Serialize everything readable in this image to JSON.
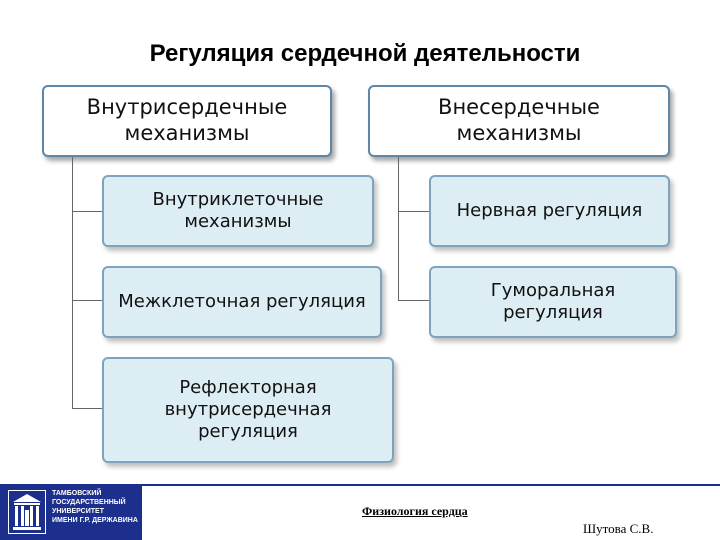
{
  "title": "Регуляция сердечной деятельности",
  "left": {
    "header": "Внутрисердечные механизмы",
    "children": [
      "Внутриклеточные механизмы",
      "Межклеточная регуляция",
      "Рефлекторная внутрисердечная регуляция"
    ]
  },
  "right": {
    "header": "Внесердечные механизмы",
    "children": [
      "Нервная регуляция",
      "Гуморальная регуляция"
    ]
  },
  "footer": {
    "logo_lines": [
      "ТАМБОВСКИЙ",
      "ГОСУДАРСТВЕННЫЙ",
      "УНИВЕРСИТЕТ",
      "ИМЕНИ Г.Р. ДЕРЖАВИНА"
    ],
    "subject": "Физиология сердца",
    "author": "Шутова С.В."
  },
  "colors": {
    "header_border": "#5d86a8",
    "child_fill": "#dceef3",
    "child_border": "#7ea4bd",
    "footer_bg": "#1c2f8c"
  }
}
